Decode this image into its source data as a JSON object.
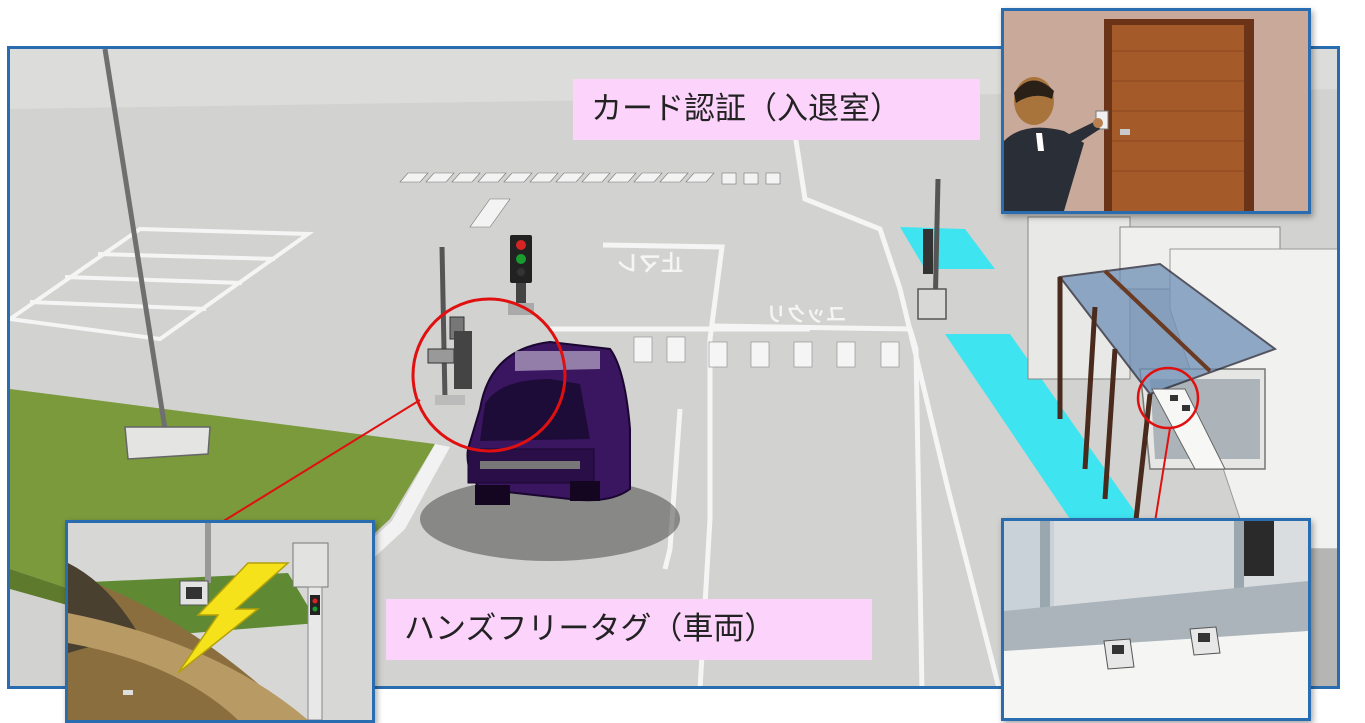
{
  "labels": {
    "card_auth": "カード認証（入退室）",
    "handsfree_tag": "ハンズフリータグ（車両）"
  },
  "road_markings": {
    "stop_word": "止マレ",
    "slow_word": "ユックリ"
  },
  "colors": {
    "frame_border": "#2a6cb0",
    "label_background": "#fbd3fb",
    "callout_red": "#e01010",
    "car_purple": "#3a1560",
    "walkway_cyan": "#2ee0ee",
    "grass_green": "#7a9a3c"
  },
  "icons": {
    "antenna_pole": "pole-reader-icon",
    "lightning": "lightning-icon",
    "card_reader": "card-reader-icon"
  }
}
